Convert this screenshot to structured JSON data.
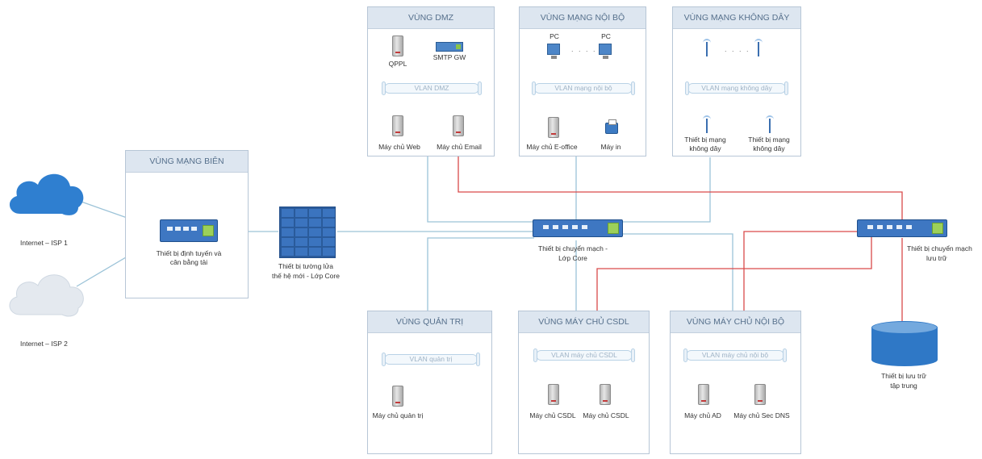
{
  "zones": {
    "dmz": "VÙNG DMZ",
    "internal": "VÙNG MẠNG NỘI BỘ",
    "wireless": "VÙNG MẠNG KHÔNG DÂY",
    "edge": "VÙNG MẠNG BIÊN",
    "admin": "VÙNG QUẢN TRỊ",
    "db": "VÙNG MÁY CHỦ CSDL",
    "internal_servers": "VÙNG MÁY CHỦ NỘI BỘ"
  },
  "vlans": {
    "dmz": "VLAN DMZ",
    "internal": "VLAN mạng nội bộ",
    "wireless": "VLAN mạng không dây",
    "admin": "VLAN quản trị",
    "db": "VLAN máy chủ CSDL",
    "internal_servers": "VLAN máy chủ nội bộ"
  },
  "devices": {
    "qppl": "QPPL",
    "smtp": "SMTP GW",
    "web": "Máy chủ Web",
    "email": "Máy chủ Email",
    "pc1": "PC",
    "pc2": "PC",
    "eoffice": "Máy chủ E-office",
    "printer": "Máy in",
    "ap1_l1": "Thiết bị mạng",
    "ap1_l2": "không dây",
    "ap2_l1": "Thiết bị mạng",
    "ap2_l2": "không dây",
    "router_l1": "Thiết bị định tuyến và",
    "router_l2": "cân bằng tải",
    "firewall_l1": "Thiết bị tường lửa",
    "firewall_l2": "thế hệ mới - Lớp Core",
    "core_l1": "Thiết bị chuyển mạch -",
    "core_l2": "Lớp Core",
    "storage_switch_l1": "Thiết bị chuyển mạch",
    "storage_switch_l2": "lưu trữ",
    "storage_l1": "Thiết bị lưu trữ",
    "storage_l2": "tập trung",
    "admin_server": "Máy chủ quản trị",
    "csdl1": "Máy chủ CSDL",
    "csdl2": "Máy chủ CSDL",
    "ad": "Máy chủ AD",
    "secdns": "Máy chủ Sec DNS",
    "isp1": "Internet – ISP 1",
    "isp2": "Internet – ISP 2"
  },
  "colors": {
    "link_blue": "#9cc3d8",
    "link_red": "#d94a4a",
    "zone_header": "#dde6f0",
    "device_blue": "#3e77c2"
  }
}
